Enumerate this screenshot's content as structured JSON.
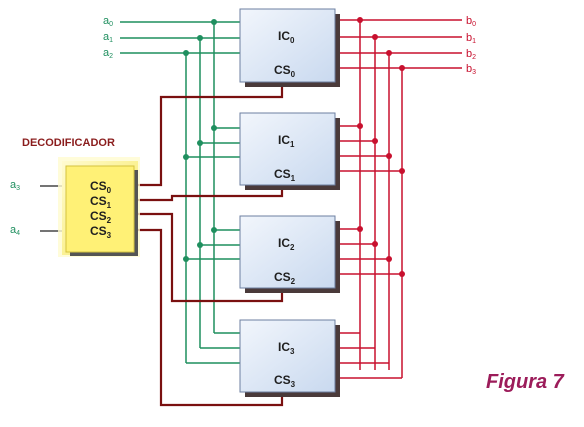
{
  "inputs_address": [
    {
      "base": "a",
      "sub": "0"
    },
    {
      "base": "a",
      "sub": "1"
    },
    {
      "base": "a",
      "sub": "2"
    }
  ],
  "inputs_decoder": [
    {
      "base": "a",
      "sub": "3"
    },
    {
      "base": "a",
      "sub": "4"
    }
  ],
  "outputs": [
    {
      "base": "b",
      "sub": "0"
    },
    {
      "base": "b",
      "sub": "1"
    },
    {
      "base": "b",
      "sub": "2"
    },
    {
      "base": "b",
      "sub": "3"
    }
  ],
  "chips": [
    {
      "name": "IC",
      "sub": "0",
      "cs": "CS",
      "cs_sub": "0"
    },
    {
      "name": "IC",
      "sub": "1",
      "cs": "CS",
      "cs_sub": "1"
    },
    {
      "name": "IC",
      "sub": "2",
      "cs": "CS",
      "cs_sub": "2"
    },
    {
      "name": "IC",
      "sub": "3",
      "cs": "CS",
      "cs_sub": "3"
    }
  ],
  "decoder": {
    "title": "DECODIFICADOR",
    "outputs": [
      {
        "base": "CS",
        "sub": "0"
      },
      {
        "base": "CS",
        "sub": "1"
      },
      {
        "base": "CS",
        "sub": "2"
      },
      {
        "base": "CS",
        "sub": "3"
      }
    ]
  },
  "caption": "Figura 7",
  "colors": {
    "address_wire": "#1f8f5f",
    "output_wire": "#c8102e",
    "select_wire": "#7a1010",
    "chip_fill": "#dfe9f7",
    "decoder_fill": "#fff59a"
  }
}
